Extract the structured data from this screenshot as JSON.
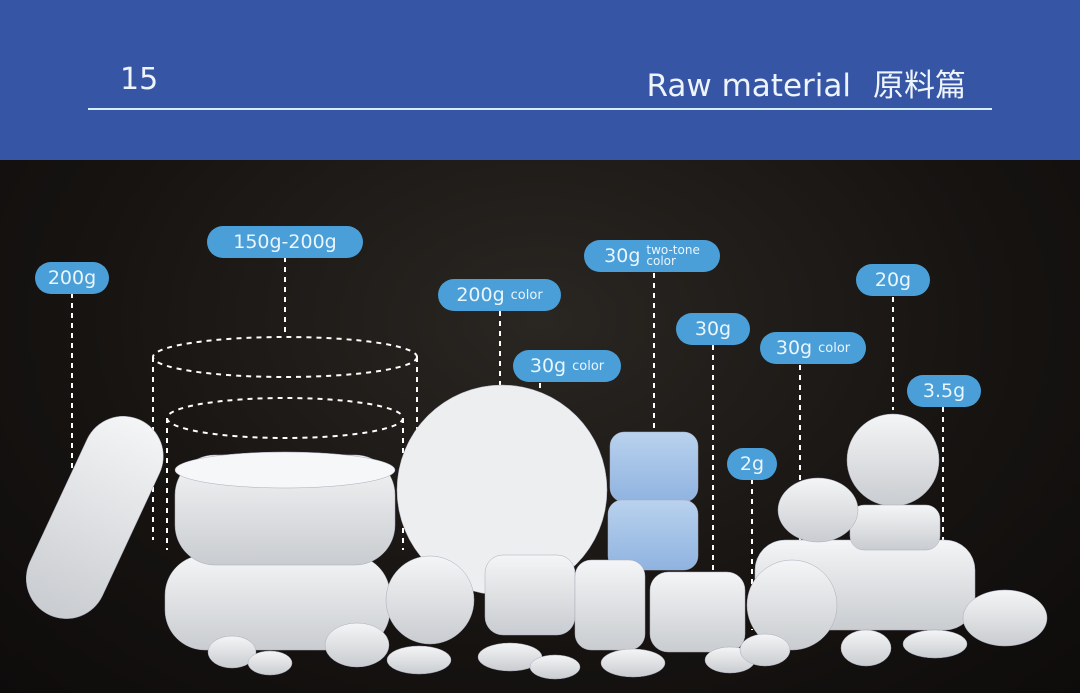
{
  "header": {
    "page_number": "15",
    "title_en": "Raw material",
    "title_cn": "原料篇"
  },
  "labels": [
    {
      "weight": "200g",
      "note": ""
    },
    {
      "weight": "150g-200g",
      "note": ""
    },
    {
      "weight": "200g",
      "note": "color"
    },
    {
      "weight": "30g",
      "note_line1": "two-tone",
      "note_line2": "color"
    },
    {
      "weight": "30g",
      "note": ""
    },
    {
      "weight": "30g",
      "note": "color"
    },
    {
      "weight": "30g",
      "note": "color"
    },
    {
      "weight": "20g",
      "note": ""
    },
    {
      "weight": "3.5g",
      "note": ""
    },
    {
      "weight": "2g",
      "note": ""
    }
  ],
  "colors": {
    "header": "#3655a5",
    "label": "#4a9fd8",
    "background": "#141210"
  }
}
